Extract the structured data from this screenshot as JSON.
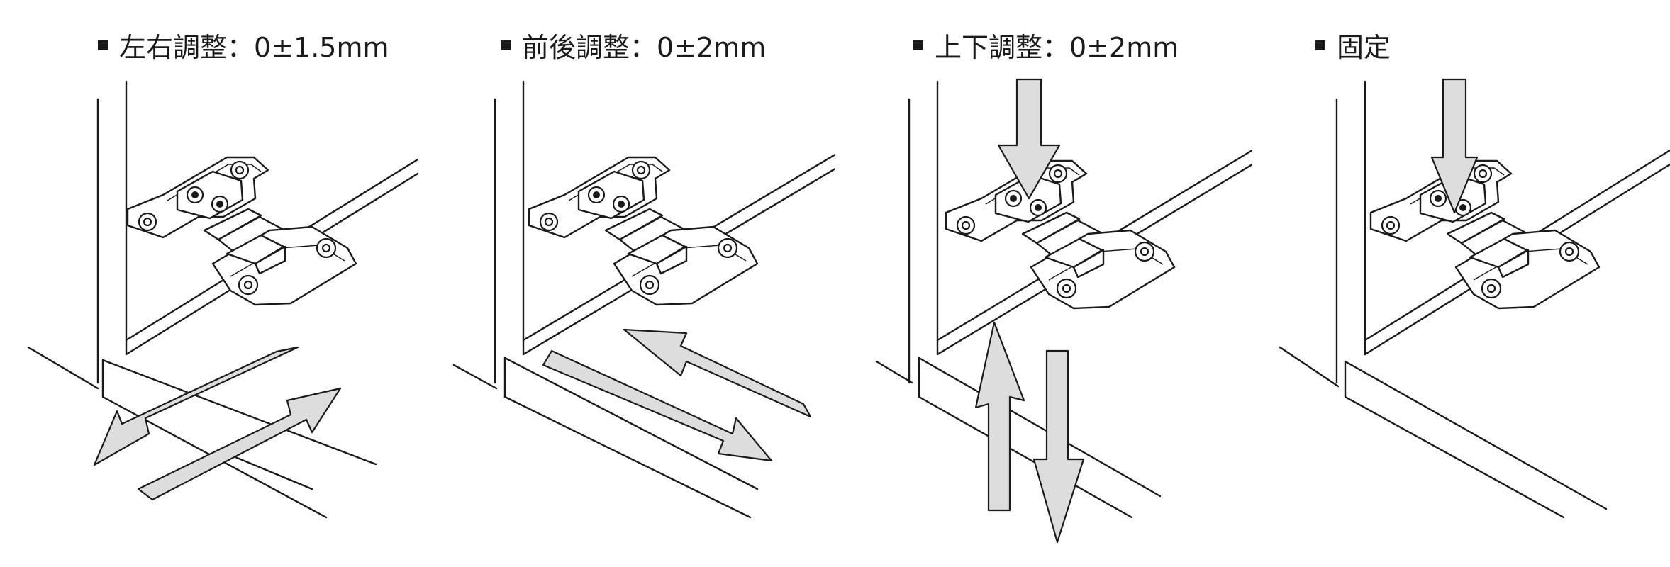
{
  "captions": [
    {
      "text": "左右調整：0±1.5mm"
    },
    {
      "text": "前後調整：0±2mm"
    },
    {
      "text": "上下調整：0±2mm"
    },
    {
      "text": "固定"
    }
  ],
  "colors": {
    "line": "#1a1a1a",
    "arrow_fill": "#dddddd",
    "background": "#ffffff"
  },
  "icons": {
    "bullet": "black-square-bullet"
  }
}
